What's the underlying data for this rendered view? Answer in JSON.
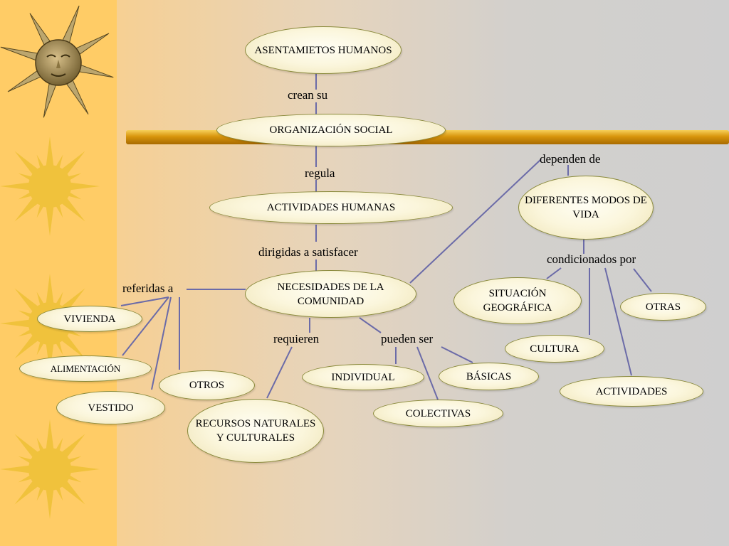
{
  "nodes": {
    "asentamientos": "ASENTAMIETOS HUMANOS",
    "organizacion": "ORGANIZACIÓN SOCIAL",
    "actividades_humanas": "ACTIVIDADES HUMANAS",
    "necesidades": "NECESIDADES DE LA COMUNIDAD",
    "diferentes_modos": "DIFERENTES MODOS DE VIDA",
    "situacion": "SITUACIÓN GEOGRÁFICA",
    "otras": "OTRAS",
    "cultura": "CULTURA",
    "actividades": "ACTIVIDADES",
    "vivienda": "VIVIENDA",
    "alimentacion": "ALIMENTACIÓN",
    "vestido": "VESTIDO",
    "otros": "OTROS",
    "recursos": "RECURSOS NATURALES Y CULTURALES",
    "individual": "INDIVIDUAL",
    "colectivas": "COLECTIVAS",
    "basicas": "BÁSICAS"
  },
  "links": {
    "crean_su": "crean su",
    "regula": "regula",
    "dirigidas": "dirigidas a satisfacer",
    "dependen": "dependen de",
    "condicionados": "condicionados por",
    "referidas": "referidas a",
    "requieren": "requieren",
    "pueden_ser": "pueden ser"
  },
  "colors": {
    "sidebar": "#ffcc66",
    "sun": "#f0c23c",
    "bar": "#d89a10",
    "connector": "#6b6ba8",
    "node_border": "#8a8a3c"
  },
  "icons": [
    "sun-face-icon",
    "sun-icon"
  ]
}
